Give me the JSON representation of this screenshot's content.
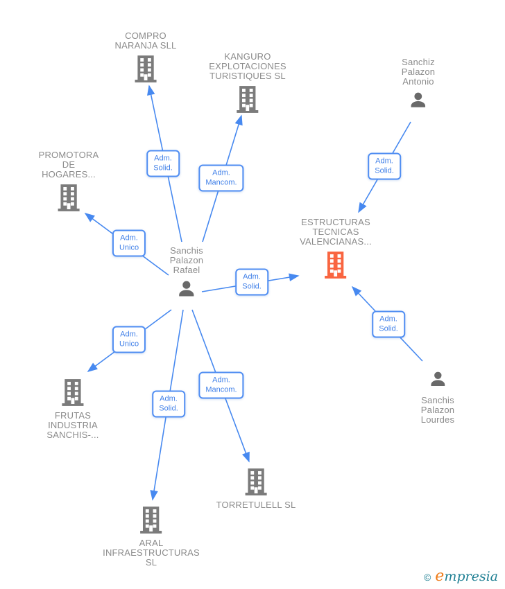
{
  "diagram": {
    "type": "corporate-relationship-graph",
    "colors": {
      "edge_blue": "#4789f0",
      "company_gray": "#7b7b7b",
      "person_gray": "#696969",
      "label_gray": "#8b8b8b",
      "highlight_orange": "#f96540"
    },
    "nodes": {
      "compro": {
        "type": "company",
        "label": "COMPRO\nNARANJA SLL"
      },
      "kanguro": {
        "type": "company",
        "label": "KANGURO\nEXPLOTACIONES\nTURISTIQUES SL"
      },
      "antonio": {
        "type": "person",
        "label": "Sanchiz\nPalazon\nAntonio"
      },
      "promotora": {
        "type": "company",
        "label": "PROMOTORA\nDE\nHOGARES..."
      },
      "estructuras": {
        "type": "company-highlighted",
        "label": "ESTRUCTURAS\nTECNICAS\nVALENCIANAS..."
      },
      "rafael": {
        "type": "person",
        "label": "Sanchis\nPalazon\nRafael"
      },
      "frutas": {
        "type": "company",
        "label": "FRUTAS\nINDUSTRIA\nSANCHIS-..."
      },
      "lourdes": {
        "type": "person",
        "label": "Sanchis\nPalazon\nLourdes"
      },
      "torretulell": {
        "type": "company",
        "label": "TORRETULELL SL"
      },
      "aral": {
        "type": "company",
        "label": "ARAL\nINFRAESTRUCTURAS\nSL"
      }
    },
    "edges": {
      "rafael_compro": {
        "label": "Adm.\nSolid."
      },
      "rafael_kanguro": {
        "label": "Adm.\nMancom."
      },
      "antonio_estructuras": {
        "label": "Adm.\nSolid."
      },
      "rafael_promotora": {
        "label": "Adm.\nUnico"
      },
      "rafael_estructuras": {
        "label": "Adm.\nSolid."
      },
      "rafael_frutas": {
        "label": "Adm.\nUnico"
      },
      "rafael_aral": {
        "label": "Adm.\nSolid."
      },
      "rafael_torretulell": {
        "label": "Adm.\nMancom."
      },
      "lourdes_estructuras": {
        "label": "Adm.\nSolid."
      }
    }
  },
  "watermark": {
    "copyright": "©",
    "brand_first_letter": "e",
    "brand_rest": "mpresia"
  }
}
